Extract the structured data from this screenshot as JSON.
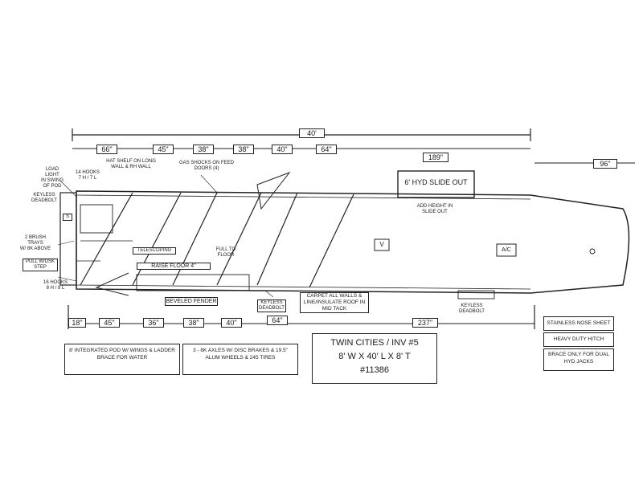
{
  "dimensions": {
    "overall": "40'",
    "top": [
      "66\"",
      "45\"",
      "38\"",
      "38\"",
      "40\"",
      "64\"",
      "189\"",
      "96\""
    ],
    "bottom": [
      "18\"",
      "45\"",
      "36\"",
      "38\"",
      "40\"",
      "64\"",
      "237\""
    ]
  },
  "callouts": {
    "load_light": "LOAD LIGHT\nIN SWING\nOF POD",
    "hooks_top": "14 HOOKS\n7 H / 7 L",
    "hat_shelf": "HAT SHELF ON LONG\nWALL & RH WALL",
    "gas_shocks": "GAS SHOCKS ON FEED\nDOORS (4)",
    "keyless_left": "KEYLESS\nDEADBOLT",
    "brush_trays": "2 BRUSH TRAYS\nW/ 8K ABOVE",
    "pull_step": "PULL W/DSK\nSTEP",
    "hooks_bottom": "16 HOOKS\n8 H / 8 L",
    "telescoping": "TELESCOPING",
    "full_to_floor": "FULL TO\nFLOOR",
    "raise_floor": "RAISE FLOOR 4\"",
    "beveled_fender": "BEVELED FENDER",
    "keyless_mid": "KEYLESS\nDEADBOLT",
    "carpet": "CARPET ALL WALLS &\nLINE/INSULATE ROOF IN\nMID TACK",
    "slide_out": "6' HYD SLIDE OUT",
    "add_heights": "ADD HEIGHT IN\nSLIDE OUT",
    "v": "V",
    "ac": "A/C",
    "keyless_right": "KEYLESS\nDEADBOLT",
    "s_mark": "S"
  },
  "notes": {
    "pod": "8' INTEGRATED POD W/ WINGS & LADDER\nBRACE FOR WATER",
    "axles": "3 - 8K AXLES W/ DISC BRAKES & 19.5\"\nALUM WHEELS & 245 TIRES",
    "stainless": "STAINLESS NOSE SHEET",
    "hitch": "HEAVY DUTY HITCH",
    "brace": "BRACE ONLY FOR DUAL\nHYD JACKS"
  },
  "title_block": {
    "line1": "TWIN CITIES / INV #5",
    "line2": "8' W X 40' L X 8' T",
    "line3": "#11386"
  }
}
